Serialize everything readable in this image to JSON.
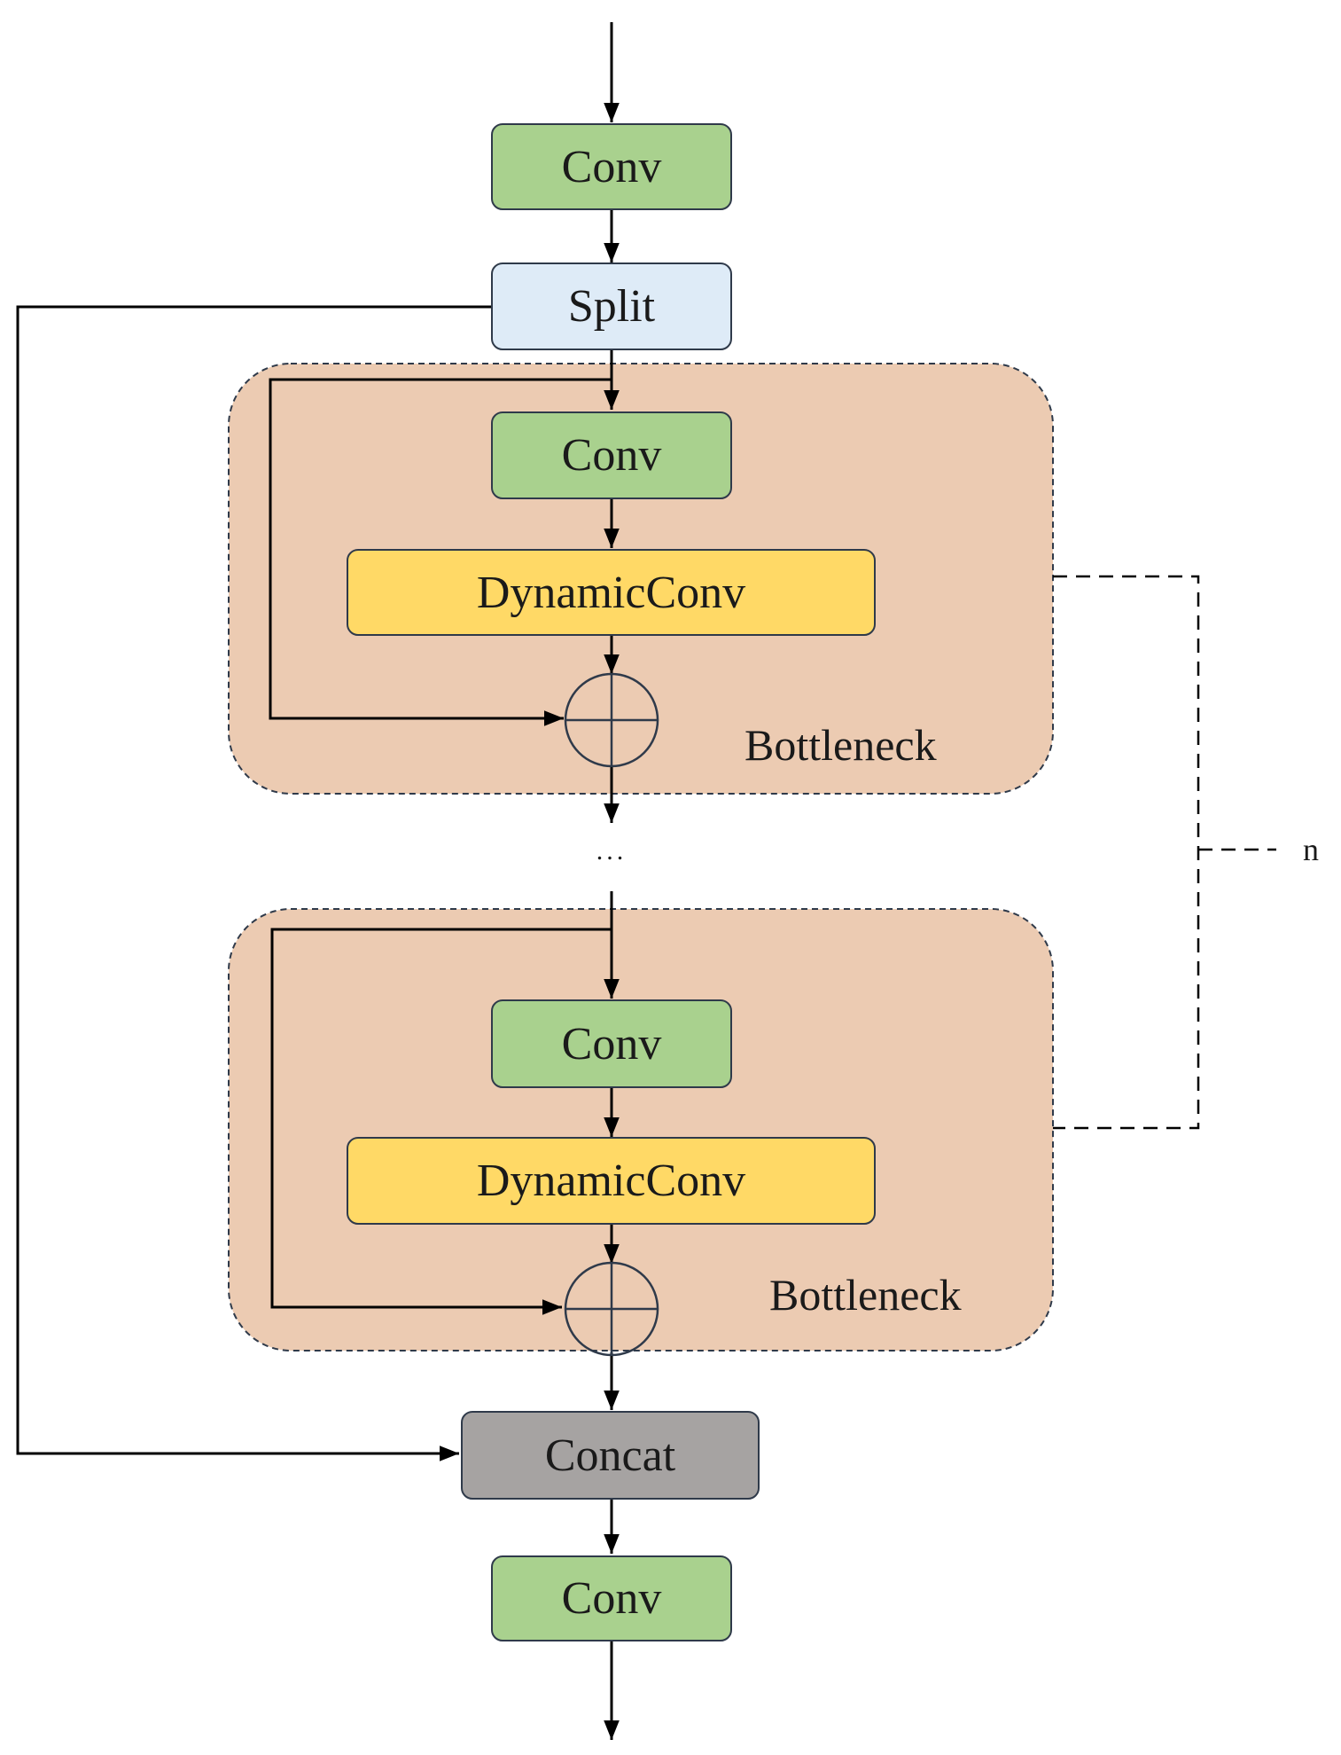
{
  "diagram": {
    "nodes": {
      "conv_in": "Conv",
      "split": "Split",
      "bn1_conv": "Conv",
      "bn1_dyn": "DynamicConv",
      "bn2_conv": "Conv",
      "bn2_dyn": "DynamicConv",
      "concat": "Concat",
      "conv_out": "Conv"
    },
    "groups": {
      "bottleneck1": "Bottleneck",
      "bottleneck2": "Bottleneck"
    },
    "repeat_label": "n",
    "ellipsis": "...",
    "colors": {
      "conv_fill": "#a9d18e",
      "split_fill": "#deebf7",
      "dynamic_fill": "#ffd966",
      "concat_fill": "#a6a3a2",
      "bottleneck_fill": "#eccbb2",
      "border": "#2f3a4a",
      "line": "#000000"
    }
  }
}
